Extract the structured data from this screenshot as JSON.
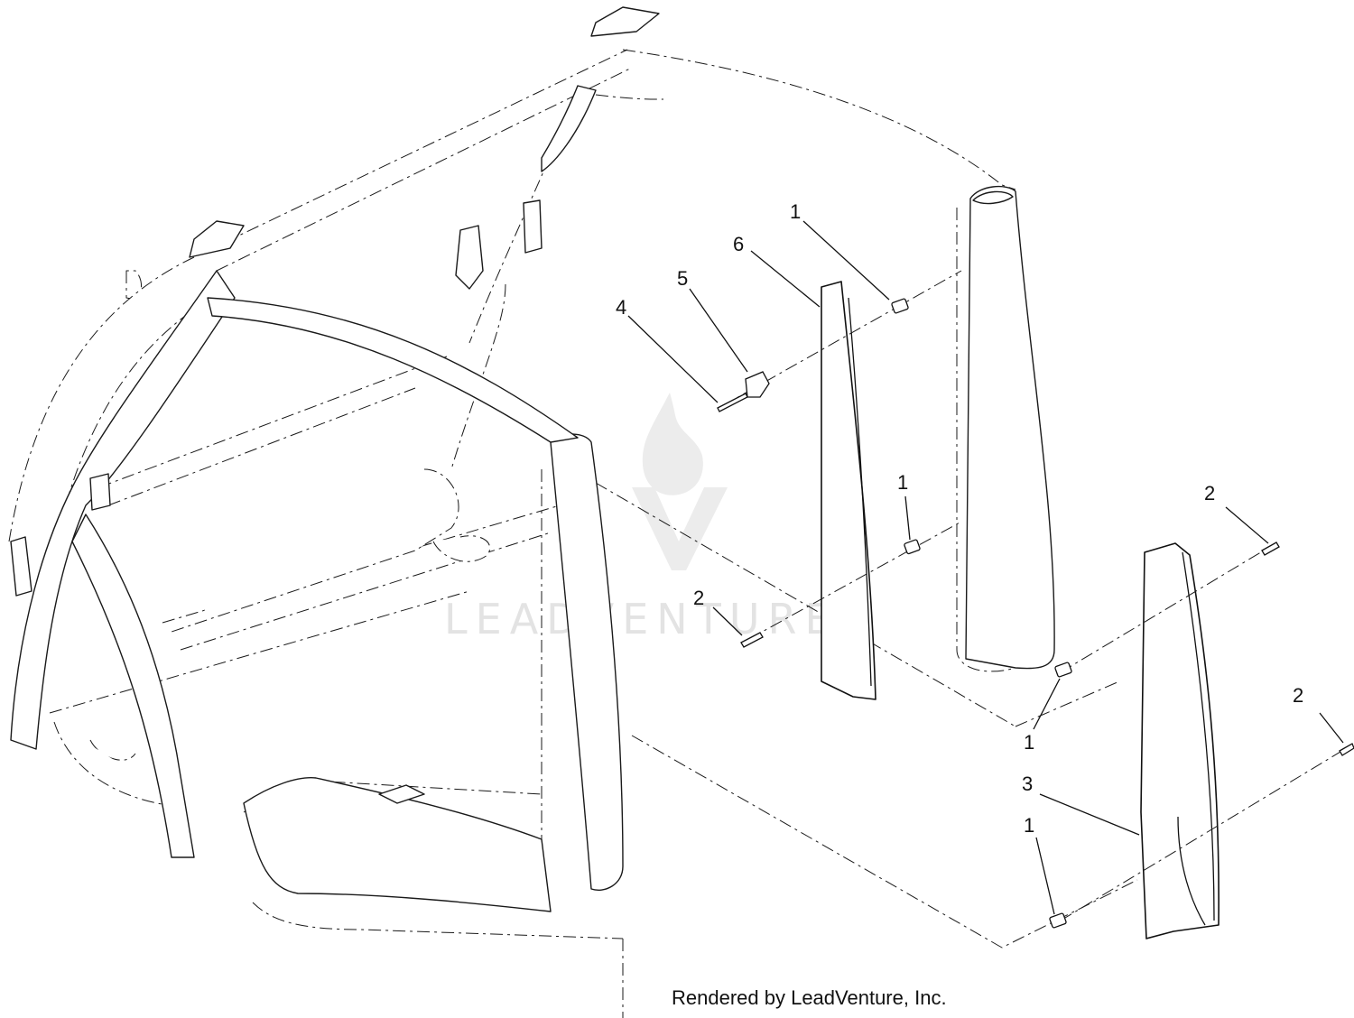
{
  "watermark": {
    "text": "LEADVENTURE"
  },
  "credit": "Rendered by LeadVenture, Inc.",
  "callouts": [
    "1",
    "1",
    "1",
    "1",
    "2",
    "2",
    "2",
    "3",
    "4",
    "5",
    "6"
  ]
}
